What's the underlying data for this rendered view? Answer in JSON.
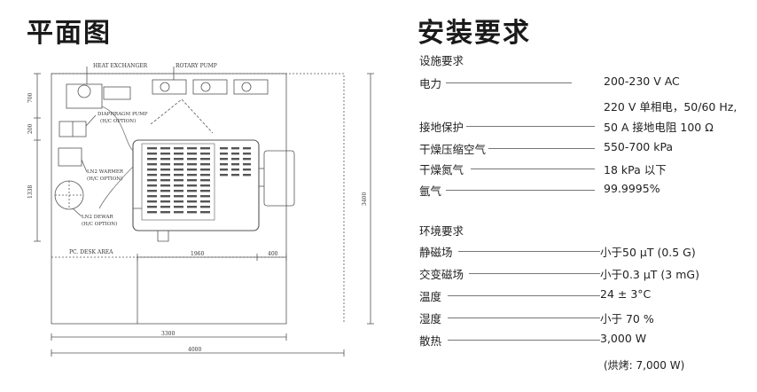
{
  "left_title": "平面图",
  "right_title": "安装要求",
  "plan": {
    "heat_exchanger": "HEAT EXCHANGER",
    "rotary_pump": "ROTARY PUMP",
    "diaphragm_pump": "DIAPHRAGM PUMP",
    "diaphragm_option": "(H/C OPTION)",
    "ln2_warmer": "LN2 WARMER",
    "ln2_warmer_option": "(H/C OPTION)",
    "ln2_dewar": "LN2 DEWAR",
    "ln2_dewar_option": "(H/C OPTION)",
    "pc_desk": "PC. DESK AREA",
    "dim_700": "700",
    "dim_200": "200",
    "dim_1338": "1338",
    "dim_3400": "3400",
    "dim_1960": "1960",
    "dim_400": "400",
    "dim_3300": "3300",
    "dim_4000": "4000"
  },
  "facility": {
    "heading": "设施要求",
    "rows": [
      {
        "label": "电力",
        "value": "200-230 V  AC"
      },
      {
        "label": "",
        "value": "220 V 单相电，50/60 Hz,"
      },
      {
        "label": "接地保护",
        "value": "50 A 接地电阻    100 Ω"
      },
      {
        "label": "干燥压缩空气",
        "value": "550-700 kPa"
      },
      {
        "label": "干燥氮气",
        "value": "18 kPa 以下"
      },
      {
        "label": "氩气",
        "value": "99.9995%"
      }
    ]
  },
  "environment": {
    "heading": "环境要求",
    "rows": [
      {
        "label": "静磁场",
        "value": "小于50 μT (0.5 G)"
      },
      {
        "label": "交变磁场",
        "value": "小于0.3 μT (3 mG)"
      },
      {
        "label": "温度",
        "value": "24 ±  3°C"
      },
      {
        "label": "湿度",
        "value": "小于 70 %"
      },
      {
        "label": "散热",
        "value": "3,000 W"
      }
    ],
    "note": "(烘烤: 7,000 W)"
  }
}
